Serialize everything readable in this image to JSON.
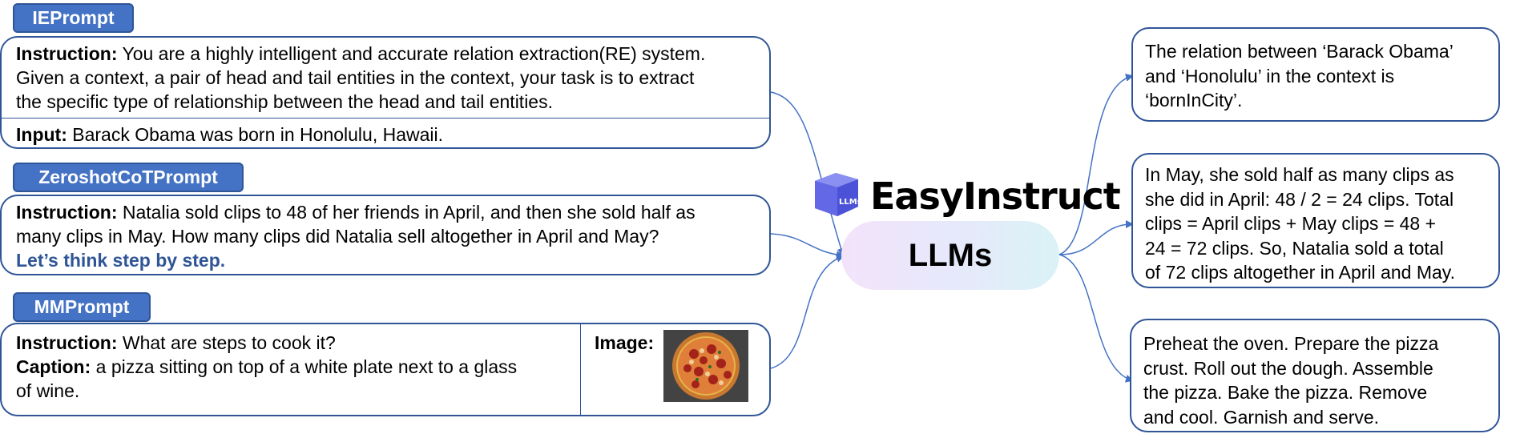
{
  "prompts": {
    "ie": {
      "tag": "IEPrompt",
      "instruction_label": "Instruction:",
      "instruction_line1": " You are a highly intelligent and accurate relation extraction(RE) system.",
      "instruction_line2": "Given a context, a pair of head and tail entities in the context, your task is to extract",
      "instruction_line3": "the specific type of relationship between the head and tail entities.",
      "input_label": "Input:",
      "input_text": " Barack Obama was born in Honolulu, Hawaii."
    },
    "cot": {
      "tag": "ZeroshotCoTPrompt",
      "instruction_label": "Instruction:",
      "instruction_line1": " Natalia sold clips to 48 of her friends in April, and then she sold half as",
      "instruction_line2": "many clips in May. How many clips did Natalia sell altogether in April and May?",
      "cot_text": "Let’s think step by step."
    },
    "mm": {
      "tag": "MMPrompt",
      "instruction_label": "Instruction:",
      "instruction_text": " What are steps to cook it?",
      "caption_label": "Caption:",
      "caption_line1": " a pizza sitting on top of a white plate next to a glass",
      "caption_line2": "of wine.",
      "image_label": "Image:"
    }
  },
  "center": {
    "brand": "EasyInstruct",
    "cube_label": "LLMs",
    "llms_label": "LLMs"
  },
  "outputs": {
    "out1": [
      "The relation between ‘Barack Obama’",
      "and ‘Honolulu’ in the context is",
      "‘bornInCity’."
    ],
    "out2": [
      "In May, she sold half as many clips as",
      "she did in April: 48 / 2 = 24 clips. Total",
      "clips = April clips + May clips = 48 +",
      "24 = 72 clips. So, Natalia sold a total",
      "of 72 clips altogether in April and May."
    ],
    "out3": [
      "Preheat the oven. Prepare the pizza",
      "crust. Roll out the dough. Assemble",
      "the pizza. Bake the pizza. Remove",
      "and cool. Garnish and serve."
    ]
  },
  "colors": {
    "accent": "#4472c4",
    "border": "#2f5597",
    "connector": "#4472c4"
  },
  "icons": [
    "cube-icon",
    "pizza-image"
  ]
}
